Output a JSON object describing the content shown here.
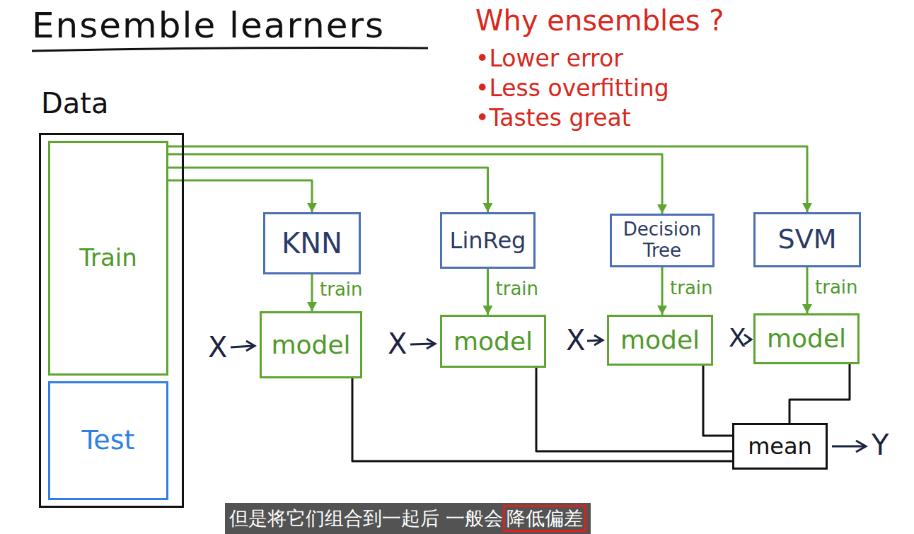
{
  "diagram": {
    "title": "Ensemble learners",
    "nodes": [
      {
        "text": [
          "Data"
        ]
      },
      {
        "text": [
          "Train"
        ],
        "in": 0
      },
      {
        "text": [
          "Test"
        ],
        "in": 0
      },
      {
        "text": [
          "KNN"
        ]
      },
      {
        "text": [
          "LinReg"
        ]
      },
      {
        "text": [
          "Decision Tree"
        ]
      },
      {
        "text": [
          "SVM"
        ]
      },
      {
        "text": [
          "model"
        ]
      },
      {
        "text": [
          "model"
        ]
      },
      {
        "text": [
          "model"
        ]
      },
      {
        "text": [
          "model"
        ]
      },
      {
        "text": [
          "mean"
        ]
      }
    ],
    "edges": [
      {
        "from": 1,
        "to": 3,
        "arrow": "to"
      },
      {
        "from": 1,
        "to": 4,
        "arrow": "to"
      },
      {
        "from": 1,
        "to": 5,
        "arrow": "to"
      },
      {
        "from": 1,
        "to": 6,
        "arrow": "to"
      },
      {
        "from": 3,
        "to": 7,
        "label": "train",
        "arrow": "to"
      },
      {
        "from": 4,
        "to": 8,
        "label": "train",
        "arrow": "to"
      },
      {
        "from": 5,
        "to": 9,
        "label": "train",
        "arrow": "to"
      },
      {
        "from": 6,
        "to": 10,
        "label": "train",
        "arrow": "to"
      },
      {
        "from": 7,
        "to": 11,
        "arrow": "none"
      },
      {
        "from": 8,
        "to": 11,
        "arrow": "none"
      },
      {
        "from": 9,
        "to": 11,
        "arrow": "none"
      },
      {
        "from": 10,
        "to": 11,
        "arrow": "none"
      }
    ],
    "labels": [
      "Why ensembles ?",
      "•Lower error",
      "•Less overfitting",
      "•Tastes great",
      "X",
      "X",
      "X",
      "X",
      "Y",
      "但是将它们组合到一起后 一般会",
      "降低偏差"
    ]
  }
}
